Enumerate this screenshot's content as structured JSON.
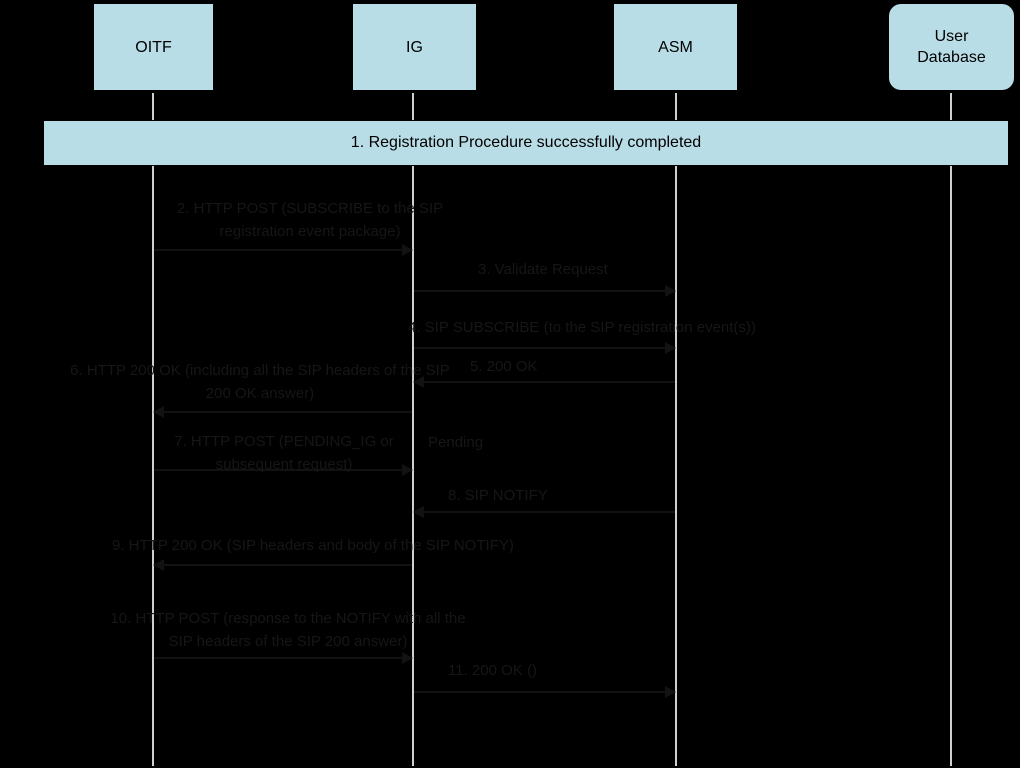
{
  "diagram": {
    "type": "sequence-diagram",
    "colors": {
      "background": "#000000",
      "actor_fill": "#b9dde6",
      "lifeline": "#cfcfcf",
      "message_ink": "#161616",
      "box_text": "#000000"
    },
    "actors": {
      "oitf": "OITF",
      "ig": "IG",
      "asm": "ASM",
      "userdb": "User Database"
    },
    "banner": "1. Registration Procedure successfully completed",
    "messages": {
      "m2": "2. HTTP POST (SUBSCRIBE to the SIP registration event package)",
      "m3": "3. Validate Request",
      "m4": "4. SIP SUBSCRIBE (to the SIP registration event(s))",
      "m5": "5. 200 OK",
      "m6": "6. HTTP 200 OK (including all the SIP headers of the SIP 200 OK answer)",
      "m7": "7. HTTP POST (PENDING_IG or subsequent request)",
      "m8": "8. SIP NOTIFY",
      "m9": "9. HTTP 200 OK (SIP headers and body of the SIP NOTIFY)",
      "m10": "10. HTTP POST (response to the NOTIFY with all the SIP headers of the SIP 200 answer)",
      "m11": "11. 200 OK ()"
    },
    "note": {
      "pending": "Pending"
    }
  }
}
